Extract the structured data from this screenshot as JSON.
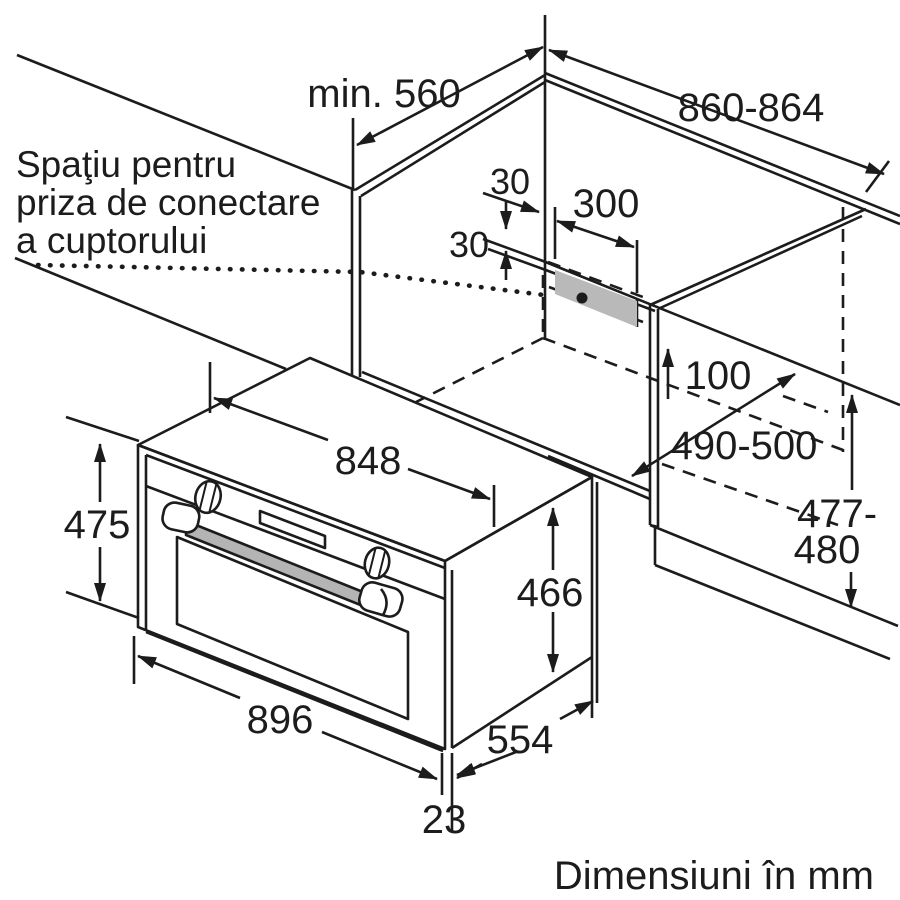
{
  "caption": "Dimensiuni în mm",
  "note": {
    "line1": "Spaţiu pentru",
    "line2": "priza de conectare",
    "line3": "a cuptorului"
  },
  "dims": {
    "top_depth": "min. 560",
    "niche_width": "860-864",
    "socket_offset_a": "30",
    "socket_offset_b": "30",
    "socket_width": "300",
    "socket_floor_clearance": "100",
    "niche_depth": "490-500",
    "niche_height_a": "477-",
    "niche_height_b": "480",
    "oven_carcass_width": "848",
    "oven_front_height": "475",
    "oven_carcass_height": "466",
    "oven_front_width": "896",
    "oven_depth": "554",
    "front_overhang": "23"
  },
  "colors": {
    "line": "#1c1c1c",
    "handle_gray": "#b4b4b4",
    "socket_gray": "#b9b9b9"
  }
}
